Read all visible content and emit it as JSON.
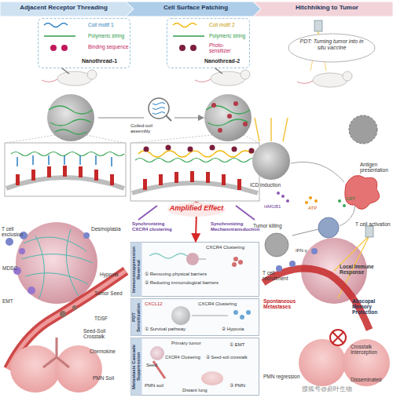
{
  "diagram": {
    "nodes": [
      {
        "text": [
          "Adjacent Receptor Threading"
        ]
      },
      {
        "text": [
          "Cell Surface Patching"
        ]
      },
      {
        "text": [
          "Hitchhiking to Tumor"
        ]
      },
      {
        "text": [
          "Nanothread-1",
          "Coil motif 1",
          "Polymeric string",
          "Binding sequence"
        ]
      },
      {
        "text": [
          "Nanothread-2",
          "Coil motif 2",
          "Polymeric string",
          "Photo-sensitizer"
        ]
      },
      {
        "text": [
          "PDT: Turning tumor into in situ vaccine"
        ]
      },
      {
        "text": [
          "Amplified Effect"
        ]
      },
      {
        "text": [
          "Immunosuppression Reversal"
        ]
      },
      {
        "text": [
          "PDT Sensitization"
        ]
      },
      {
        "text": [
          "Metastasis Cascade Suppression"
        ]
      }
    ],
    "edges": [
      {
        "from": 6,
        "to": 7,
        "arrow": "to"
      }
    ],
    "labels": [
      "Coiled-coil assembly",
      "ICD induction",
      "HMGB1",
      "ATP",
      "CRT",
      "Antigen presentation",
      "T cell activation",
      "Tumor killing",
      "IFN-γ",
      "Synchronizing CXCR4 clustering",
      "Synchronizing Mechanotransduction",
      "T cell exclusion",
      "Desmoplasia",
      "MDSC",
      "Hypoxia",
      "EMT",
      "Tumor Seed",
      "TDSF",
      "Seed-Soil Crosstalk",
      "Chemokine",
      "PMN Soil",
      "CXCR4 Clustering",
      "① Removing physical barriers",
      "② Reducing immunological barriers",
      "CXCL12",
      "CXCR4 Clustering",
      "① Survival pathway",
      "② Hypoxia",
      "Primary tumor",
      "Seed",
      "CXCR4 Clustering",
      "① EMT",
      "② Seed-soil crosstalk",
      "PMN soil",
      "Distant lung",
      "③ PMN",
      "Local Immune Response",
      "T cell recruitment",
      "Spontaneous Metastases",
      "Abscopal Memory Protection",
      "Crosstalk Interception",
      "PMN regression",
      "Disseminated",
      "搜狐号@鼎叶生物"
    ]
  }
}
